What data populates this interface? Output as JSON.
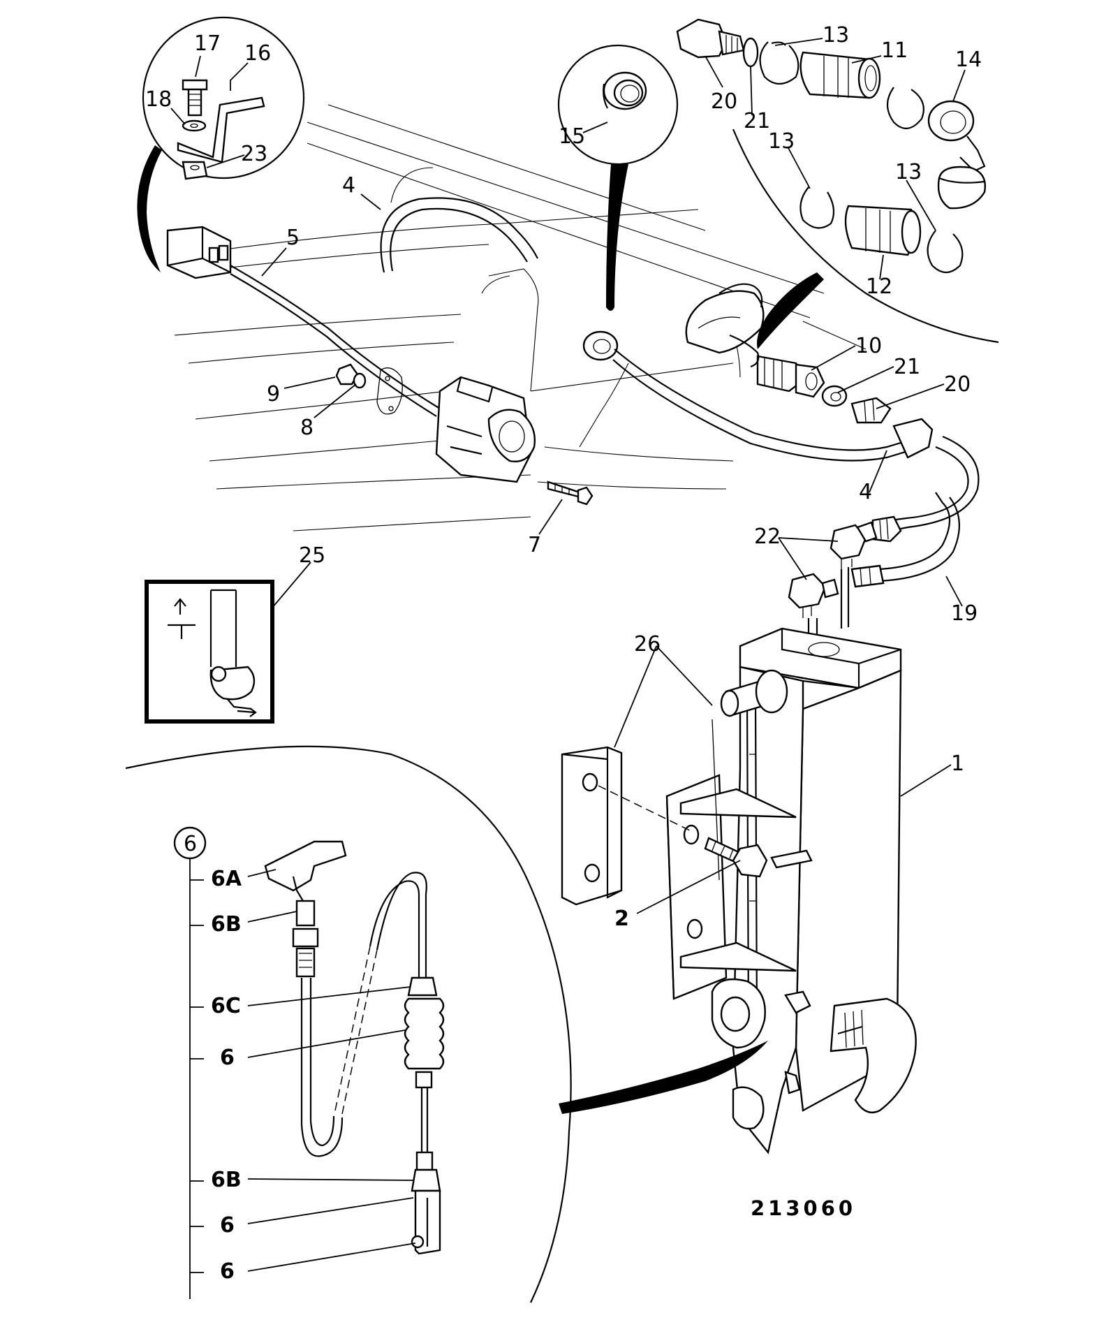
{
  "diagram": {
    "reference_number": "213060",
    "callouts": [
      {
        "id": "1",
        "text": "1"
      },
      {
        "id": "2",
        "text": "2"
      },
      {
        "id": "4a",
        "text": "4"
      },
      {
        "id": "4b",
        "text": "4"
      },
      {
        "id": "5",
        "text": "5"
      },
      {
        "id": "6-circle",
        "text": "6"
      },
      {
        "id": "6A",
        "text": "6A"
      },
      {
        "id": "6B-top",
        "text": "6B"
      },
      {
        "id": "6C",
        "text": "6C"
      },
      {
        "id": "6-a",
        "text": "6"
      },
      {
        "id": "6B-bottom",
        "text": "6B"
      },
      {
        "id": "6-b",
        "text": "6"
      },
      {
        "id": "6-c",
        "text": "6"
      },
      {
        "id": "7",
        "text": "7"
      },
      {
        "id": "8",
        "text": "8"
      },
      {
        "id": "9",
        "text": "9"
      },
      {
        "id": "10",
        "text": "10"
      },
      {
        "id": "11",
        "text": "11"
      },
      {
        "id": "12",
        "text": "12"
      },
      {
        "id": "13a",
        "text": "13"
      },
      {
        "id": "13b",
        "text": "13"
      },
      {
        "id": "13c",
        "text": "13"
      },
      {
        "id": "14",
        "text": "14"
      },
      {
        "id": "15",
        "text": "15"
      },
      {
        "id": "16",
        "text": "16"
      },
      {
        "id": "17",
        "text": "17"
      },
      {
        "id": "18",
        "text": "18"
      },
      {
        "id": "19",
        "text": "19"
      },
      {
        "id": "20a",
        "text": "20"
      },
      {
        "id": "20b",
        "text": "20"
      },
      {
        "id": "21a",
        "text": "21"
      },
      {
        "id": "21b",
        "text": "21"
      },
      {
        "id": "22",
        "text": "22"
      },
      {
        "id": "23",
        "text": "23"
      },
      {
        "id": "25",
        "text": "25"
      },
      {
        "id": "26",
        "text": "26"
      }
    ]
  }
}
